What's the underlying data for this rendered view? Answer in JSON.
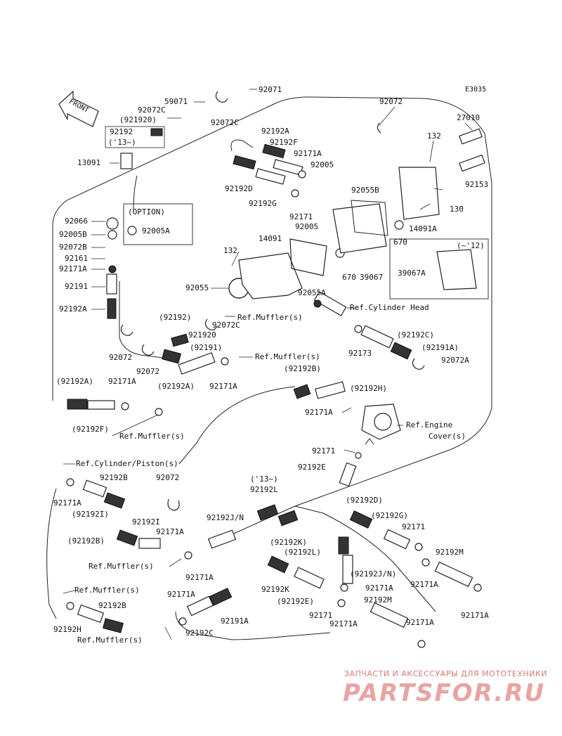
{
  "diagram_code": "E3035",
  "front_label": "FRONT",
  "option_box_label": "(OPTION)",
  "inset_box_label": "(~'12)",
  "parts": [
    {
      "id": "p1",
      "text": "59071"
    },
    {
      "id": "p2",
      "text": "92071"
    },
    {
      "id": "p3",
      "text": "92072C"
    },
    {
      "id": "p4",
      "text": "(921920)"
    },
    {
      "id": "p5",
      "text": "92072C"
    },
    {
      "id": "p6",
      "text": "92192"
    },
    {
      "id": "p7",
      "text": "('13~)"
    },
    {
      "id": "p8",
      "text": "13091"
    },
    {
      "id": "p9",
      "text": "92072"
    },
    {
      "id": "p10",
      "text": "27010"
    },
    {
      "id": "p11",
      "text": "132"
    },
    {
      "id": "p12",
      "text": "92153"
    },
    {
      "id": "p13",
      "text": "130"
    },
    {
      "id": "p14",
      "text": "14091A"
    },
    {
      "id": "p15",
      "text": "92192A"
    },
    {
      "id": "p16",
      "text": "92192F"
    },
    {
      "id": "p17",
      "text": "92171A"
    },
    {
      "id": "p18",
      "text": "92005"
    },
    {
      "id": "p19",
      "text": "92055B"
    },
    {
      "id": "p20",
      "text": "92192D"
    },
    {
      "id": "p21",
      "text": "92192G"
    },
    {
      "id": "p22",
      "text": "92171"
    },
    {
      "id": "p23",
      "text": "92005"
    },
    {
      "id": "p24",
      "text": "670"
    },
    {
      "id": "p25",
      "text": "670"
    },
    {
      "id": "p26",
      "text": "39067"
    },
    {
      "id": "p27",
      "text": "39067A"
    },
    {
      "id": "p28",
      "text": "92066"
    },
    {
      "id": "p29",
      "text": "92005B"
    },
    {
      "id": "p30",
      "text": "92005A"
    },
    {
      "id": "p31",
      "text": "92072B"
    },
    {
      "id": "p32",
      "text": "92161"
    },
    {
      "id": "p33",
      "text": "92171A"
    },
    {
      "id": "p34",
      "text": "132"
    },
    {
      "id": "p35",
      "text": "14091"
    },
    {
      "id": "p36",
      "text": "92191"
    },
    {
      "id": "p37",
      "text": "92055"
    },
    {
      "id": "p38",
      "text": "92055A"
    },
    {
      "id": "p39",
      "text": "92192A"
    },
    {
      "id": "p40",
      "text": "Ref.Cylinder Head"
    },
    {
      "id": "p41",
      "text": "(92192)"
    },
    {
      "id": "p42",
      "text": "Ref.Muffler(s)"
    },
    {
      "id": "p43",
      "text": "92072C"
    },
    {
      "id": "p44",
      "text": "921920"
    },
    {
      "id": "p45",
      "text": "(92192C)"
    },
    {
      "id": "p46",
      "text": "92072"
    },
    {
      "id": "p47",
      "text": "(92191)"
    },
    {
      "id": "p48",
      "text": "92173"
    },
    {
      "id": "p49",
      "text": "(92191A)"
    },
    {
      "id": "p50",
      "text": "92072"
    },
    {
      "id": "p51",
      "text": "Ref.Muffler(s)"
    },
    {
      "id": "p52",
      "text": "92072A"
    },
    {
      "id": "p53",
      "text": "(92192A)"
    },
    {
      "id": "p54",
      "text": "92171A"
    },
    {
      "id": "p55",
      "text": "(92192A)"
    },
    {
      "id": "p56",
      "text": "92171A"
    },
    {
      "id": "p57",
      "text": "(92192B)"
    },
    {
      "id": "p58",
      "text": "(92192H)"
    },
    {
      "id": "p59",
      "text": "92171A"
    },
    {
      "id": "p60",
      "text": "Ref.Engine"
    },
    {
      "id": "p61",
      "text": "Cover(s)"
    },
    {
      "id": "p62",
      "text": "(92192F)"
    },
    {
      "id": "p63",
      "text": "Ref.Muffler(s)"
    },
    {
      "id": "p64",
      "text": "92171"
    },
    {
      "id": "p65",
      "text": "92192E"
    },
    {
      "id": "p66",
      "text": "Ref.Cylinder/Piston(s)"
    },
    {
      "id": "p67",
      "text": "92171A"
    },
    {
      "id": "p68",
      "text": "92192B"
    },
    {
      "id": "p69",
      "text": "92072"
    },
    {
      "id": "p70",
      "text": "(92192I)"
    },
    {
      "id": "p71",
      "text": "('13~)"
    },
    {
      "id": "p72",
      "text": "92192L"
    },
    {
      "id": "p73",
      "text": "(92192D)"
    },
    {
      "id": "p74",
      "text": "92192I"
    },
    {
      "id": "p75",
      "text": "92192J/N"
    },
    {
      "id": "p76",
      "text": "(92192G)"
    },
    {
      "id": "p77",
      "text": "92171A"
    },
    {
      "id": "p78",
      "text": "(92192B)"
    },
    {
      "id": "p79",
      "text": "92171"
    },
    {
      "id": "p80",
      "text": "(92192K)"
    },
    {
      "id": "p81",
      "text": "(92192L)"
    },
    {
      "id": "p82",
      "text": "92192M"
    },
    {
      "id": "p83",
      "text": "Ref.Muffler(s)"
    },
    {
      "id": "p84",
      "text": "92171A"
    },
    {
      "id": "p85",
      "text": "(92192J/N)"
    },
    {
      "id": "p86",
      "text": "92171A"
    },
    {
      "id": "p87",
      "text": "92171A"
    },
    {
      "id": "p88",
      "text": "Ref.Muffler(s)"
    },
    {
      "id": "p89",
      "text": "92192K"
    },
    {
      "id": "p90",
      "text": "(92192E)"
    },
    {
      "id": "p91",
      "text": "92171A"
    },
    {
      "id": "p92",
      "text": "92192B"
    },
    {
      "id": "p93",
      "text": "92191A"
    },
    {
      "id": "p94",
      "text": "92192M"
    },
    {
      "id": "p95",
      "text": "92171"
    },
    {
      "id": "p96",
      "text": "92171A"
    },
    {
      "id": "p97",
      "text": "92171A"
    },
    {
      "id": "p98",
      "text": "92192C"
    },
    {
      "id": "p99",
      "text": "92171A"
    },
    {
      "id": "p100",
      "text": "92192H"
    },
    {
      "id": "p101",
      "text": "Ref.Muffler(s)"
    }
  ],
  "watermark": {
    "tagline": "ЗАПЧАСТИ И АКСЕССУАРЫ ДЛЯ МОТОТЕХНИКИ",
    "logo": "PARTSFOR.RU"
  },
  "colors": {
    "line": "#222222",
    "watermark": "#e9a3a3"
  }
}
